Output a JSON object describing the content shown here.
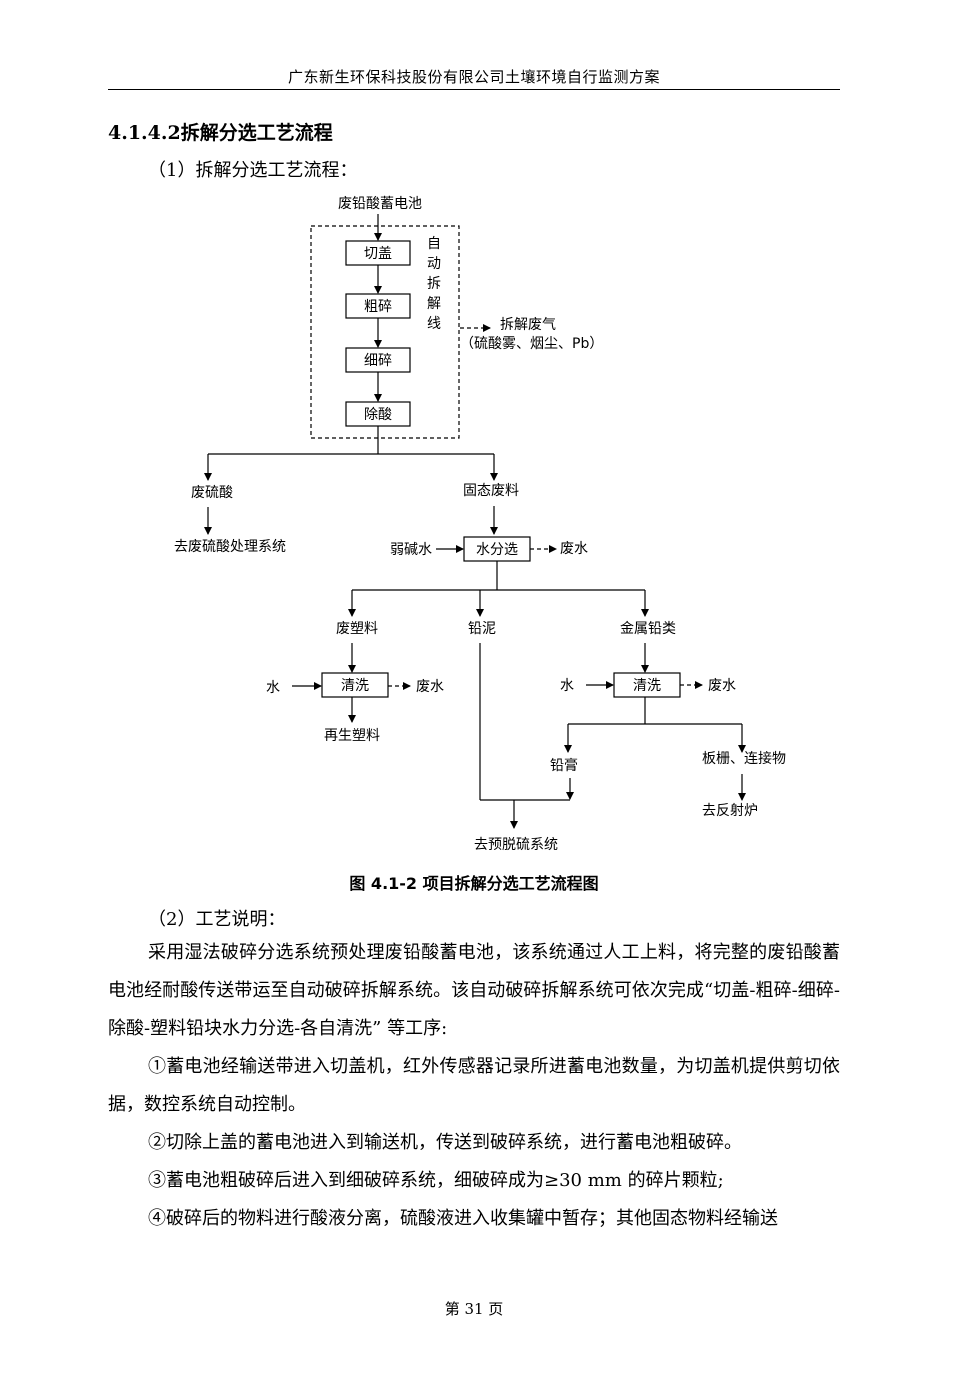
{
  "header": {
    "title": "广东新生环保科技股份有限公司土壤环境自行监测方案"
  },
  "section": {
    "heading": "4.1.4.2拆解分选工艺流程",
    "sub1": "（1）拆解分选工艺流程："
  },
  "flowchart": {
    "input": "废铅酸蓄电池",
    "auto_line_label": [
      "自",
      "动",
      "拆",
      "解",
      "线"
    ],
    "steps": [
      "切盖",
      "粗碎",
      "细碎",
      "除酸"
    ],
    "exhaust_1": "拆解废气",
    "exhaust_2": "（硫酸雾、烟尘、Pb）",
    "waste_acid": "废硫酸",
    "waste_acid_dest": "去废硫酸处理系统",
    "solid_waste": "固态废料",
    "weak_alkali": "弱碱水",
    "water_sep": "水分选",
    "wastewater": "废水",
    "plastic": "废塑料",
    "lead_mud": "铅泥",
    "metal_lead": "金属铅类",
    "water": "水",
    "wash": "清洗",
    "recycled_plastic": "再生塑料",
    "lead_paste": "铅膏",
    "grid_connectors": "板栅、连接物",
    "to_furnace": "去反射炉",
    "to_desulfur": "去预脱硫系统"
  },
  "caption": "图 4.1-2  项目拆解分选工艺流程图",
  "section2": {
    "sub2": "（2）工艺说明："
  },
  "paragraphs": {
    "p1": "采用湿法破碎分选系统预处理废铅酸蓄电池，该系统通过人工上料，将完整的废铅酸蓄电池经耐酸传送带运至自动破碎拆解系统。该自动破碎拆解系统可依次完成“切盖-粗碎-细碎-除酸-塑料铅块水力分选-各自清洗” 等工序:",
    "p2": "①蓄电池经输送带进入切盖机，红外传感器记录所进蓄电池数量，为切盖机提供剪切依据，数控系统自动控制。",
    "p3": "②切除上盖的蓄电池进入到输送机，传送到破碎系统，进行蓄电池粗破碎。",
    "p4": "③蓄电池粗破碎后进入到细破碎系统，细破碎成为≥30 mm  的碎片颗粒;",
    "p5": "④破碎后的物料进行酸液分离，硫酸液进入收集罐中暂存；其他固态物料经输送"
  },
  "footer": {
    "page": "第 31 页"
  }
}
